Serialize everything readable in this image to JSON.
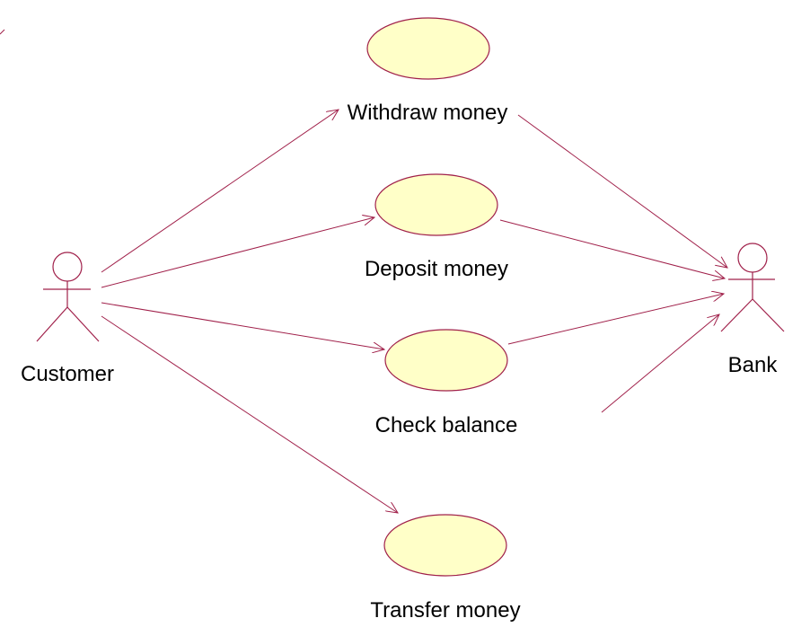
{
  "actors": {
    "customer": {
      "label": "Customer"
    },
    "bank": {
      "label": "Bank"
    }
  },
  "use_cases": {
    "withdraw": {
      "label": "Withdraw money"
    },
    "deposit": {
      "label": "Deposit money"
    },
    "check": {
      "label": "Check balance"
    },
    "transfer": {
      "label": "Transfer money"
    }
  },
  "associations": [
    {
      "from": "Customer",
      "to": "Withdraw money"
    },
    {
      "from": "Customer",
      "to": "Deposit money"
    },
    {
      "from": "Customer",
      "to": "Check balance"
    },
    {
      "from": "Customer",
      "to": "Transfer money"
    },
    {
      "from": "Withdraw money",
      "to": "Bank"
    },
    {
      "from": "Deposit money",
      "to": "Bank"
    },
    {
      "from": "Check balance",
      "to": "Bank"
    },
    {
      "from": "Transfer money",
      "to": "Bank"
    }
  ],
  "colors": {
    "line": "#a0204a",
    "use_case_fill": "#ffffc8",
    "text": "#000000"
  }
}
